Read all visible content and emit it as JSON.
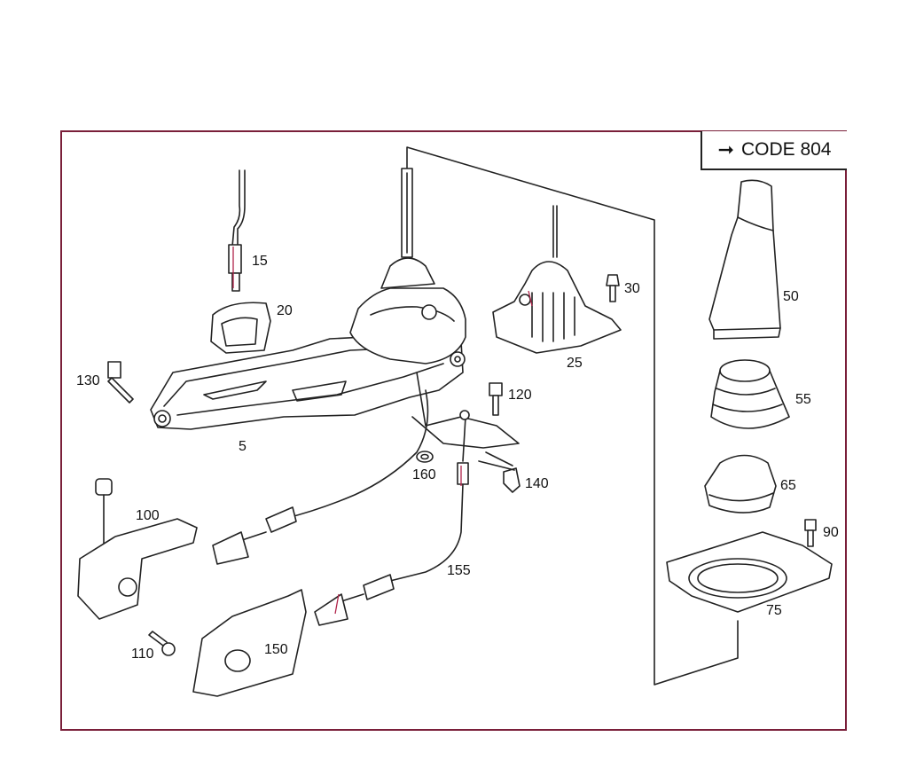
{
  "code_box": {
    "label": "CODE 804",
    "arrow_icon": "right-arrow-icon"
  },
  "labels": {
    "p5": "5",
    "p15": "15",
    "p20": "20",
    "p25": "25",
    "p30": "30",
    "p50": "50",
    "p55": "55",
    "p65": "65",
    "p75": "75",
    "p90": "90",
    "p100": "100",
    "p110": "110",
    "p120": "120",
    "p130": "130",
    "p140": "140",
    "p150": "150",
    "p155": "155",
    "p160": "160"
  },
  "colors": {
    "frame": "#7a1f3a",
    "line": "#222222",
    "accent": "#b0244a"
  }
}
